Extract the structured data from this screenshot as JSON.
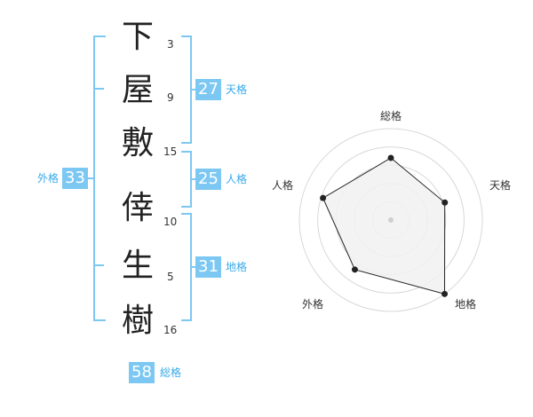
{
  "name": {
    "characters": [
      {
        "char": "下",
        "strokes": "3"
      },
      {
        "char": "屋",
        "strokes": "9"
      },
      {
        "char": "敷",
        "strokes": "15"
      },
      {
        "char": "倖",
        "strokes": "10"
      },
      {
        "char": "生",
        "strokes": "5"
      },
      {
        "char": "樹",
        "strokes": "16"
      }
    ]
  },
  "fortunes": {
    "tenkaku": {
      "value": "27",
      "label": "天格"
    },
    "jinkaku": {
      "value": "25",
      "label": "人格"
    },
    "chikaku": {
      "value": "31",
      "label": "地格"
    },
    "gaikaku": {
      "value": "33",
      "label": "外格"
    },
    "soukaku": {
      "value": "58",
      "label": "総格"
    }
  },
  "radar": {
    "axes": [
      "総格",
      "天格",
      "地格",
      "外格",
      "人格"
    ],
    "values": [
      0.68,
      0.62,
      1.0,
      0.67,
      0.78
    ],
    "colors": {
      "fill": "#f1f1f1",
      "line": "#222222",
      "ring": "#d8d8d8"
    }
  }
}
